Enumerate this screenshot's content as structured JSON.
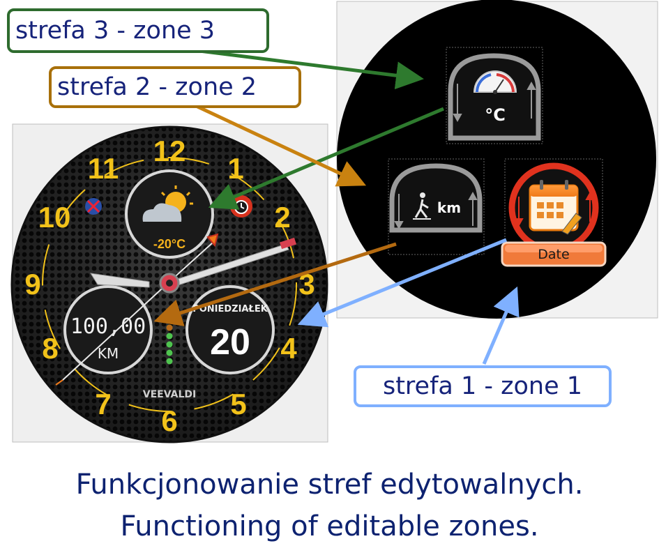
{
  "labels": {
    "zone3": "strefa 3 - zone 3",
    "zone2": "strefa 2 - zone 2",
    "zone1": "strefa 1 - zone 1"
  },
  "caption": {
    "line1": "Funkcjonowanie stref edytowalnych.",
    "line2": "Functioning of editable zones."
  },
  "watch": {
    "dial_numbers": [
      "12",
      "1",
      "2",
      "3",
      "4",
      "5",
      "6",
      "7",
      "8",
      "9",
      "10",
      "11"
    ],
    "weather_temp": "-20°C",
    "distance_value": "100,00",
    "distance_unit": "KM",
    "weekday": "PONIEDZIAŁEK",
    "day_number": "20",
    "brand": "VEEVALDI"
  },
  "editor": {
    "temp_unit": "°C",
    "steps_unit": "km",
    "date_label": "Date"
  },
  "colors": {
    "zone3_border": "#2e6b2e",
    "zone2_border": "#a8700a",
    "zone1_border": "#7fb0ff",
    "dial_numbers": "#f2c21a",
    "text_blue": "#16237a"
  }
}
